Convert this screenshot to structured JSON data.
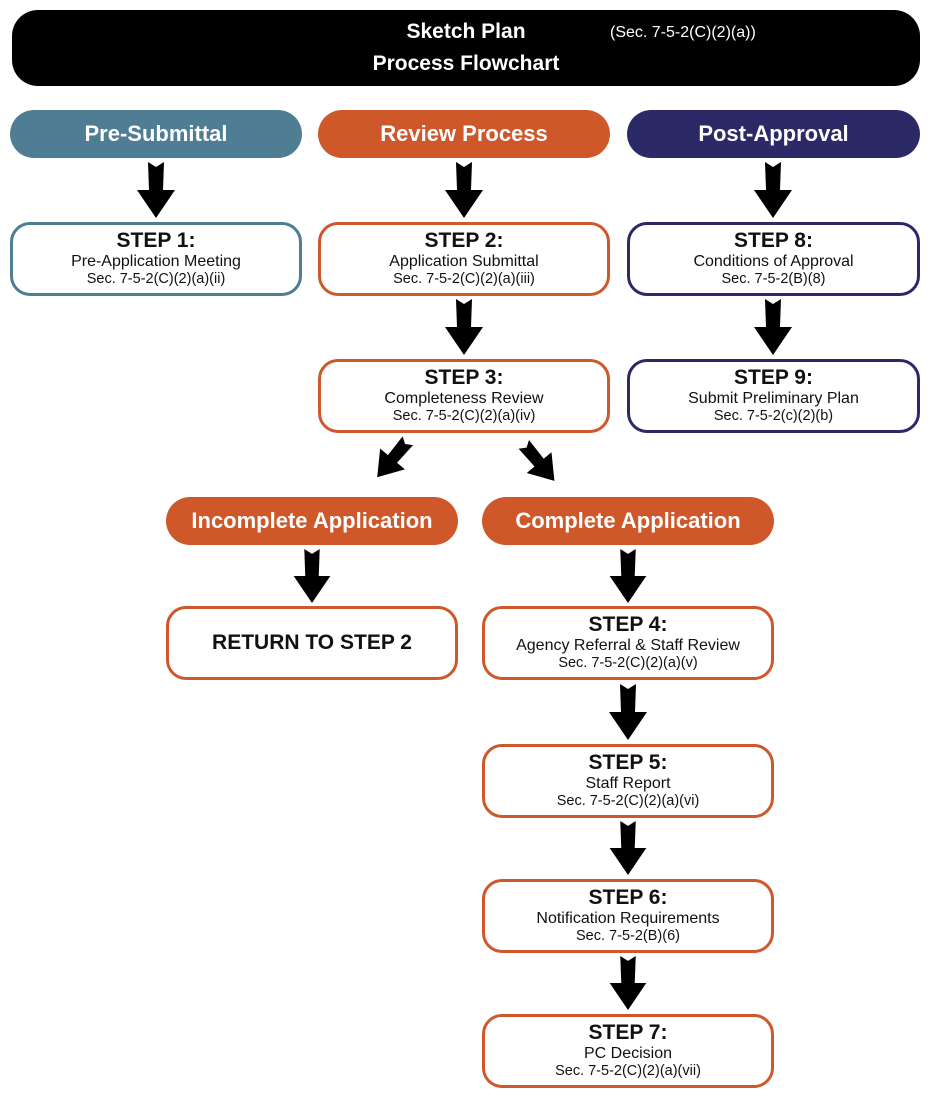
{
  "header": {
    "title_line1": "Sketch Plan",
    "title_line2": "Process Flowchart",
    "section": "(Sec. 7-5-2(C)(2)(a))"
  },
  "colors": {
    "pre_submittal": "#4e7d94",
    "review_process": "#cf582a",
    "post_approval": "#2b2a67",
    "title_bar": "#000000",
    "arrow": "#000000"
  },
  "phases": {
    "pre_submittal": "Pre-Submittal",
    "review_process": "Review Process",
    "post_approval": "Post-Approval"
  },
  "branches": {
    "incomplete": "Incomplete Application",
    "complete": "Complete Application",
    "return": "RETURN TO STEP 2"
  },
  "steps": {
    "s1": {
      "title": "STEP 1:",
      "name": "Pre-Application Meeting",
      "section": "Sec. 7-5-2(C)(2)(a)(ii)"
    },
    "s2": {
      "title": "STEP 2:",
      "name": "Application Submittal",
      "section": "Sec. 7-5-2(C)(2)(a)(iii)"
    },
    "s3": {
      "title": "STEP 3:",
      "name": "Completeness Review",
      "section": "Sec. 7-5-2(C)(2)(a)(iv)"
    },
    "s4": {
      "title": "STEP 4:",
      "name": "Agency Referral & Staff Review",
      "section": "Sec. 7-5-2(C)(2)(a)(v)"
    },
    "s5": {
      "title": "STEP 5:",
      "name": "Staff Report",
      "section": "Sec. 7-5-2(C)(2)(a)(vi)"
    },
    "s6": {
      "title": "STEP 6:",
      "name": "Notification Requirements",
      "section": "Sec. 7-5-2(B)(6)"
    },
    "s7": {
      "title": "STEP 7:",
      "name": "PC Decision",
      "section": "Sec. 7-5-2(C)(2)(a)(vii)"
    },
    "s8": {
      "title": "STEP 8:",
      "name": "Conditions of Approval",
      "section": "Sec. 7-5-2(B)(8)"
    },
    "s9": {
      "title": "STEP 9:",
      "name": "Submit Preliminary Plan",
      "section": "Sec. 7-5-2(c)(2)(b)"
    }
  }
}
